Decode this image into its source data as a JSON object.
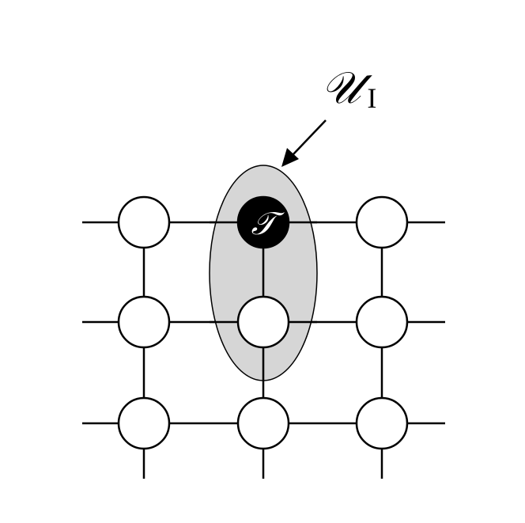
{
  "diagram": {
    "region_label": {
      "main": "𝒰",
      "subscript": "I"
    },
    "highlighted_node": {
      "label": "𝒯"
    },
    "grid": {
      "rows": 3,
      "cols": 3,
      "highlighted_row": 0,
      "highlighted_col": 1
    },
    "colors": {
      "line": "#000000",
      "node_fill": "#ffffff",
      "highlight_fill": "#000000",
      "region_fill": "#d3d3d3"
    }
  }
}
